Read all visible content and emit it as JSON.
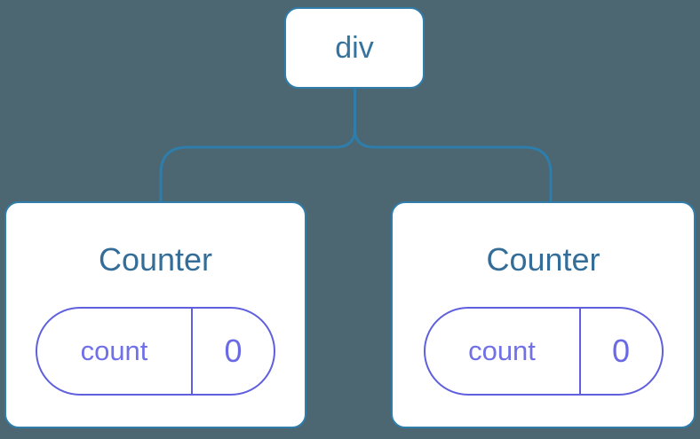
{
  "diagram": {
    "root": {
      "label": "div"
    },
    "children": [
      {
        "label": "Counter",
        "state": {
          "name": "count",
          "value": "0"
        }
      },
      {
        "label": "Counter",
        "state": {
          "name": "count",
          "value": "0"
        }
      }
    ]
  },
  "colors": {
    "background": "#4c6772",
    "node_background": "#ffffff",
    "node_border": "#2e7dab",
    "connector_line": "#2e7dab",
    "root_label_text": "#35749e",
    "component_label_text": "#336d98",
    "state_pill_border": "#6060df",
    "state_pill_text": "#7070e8"
  }
}
